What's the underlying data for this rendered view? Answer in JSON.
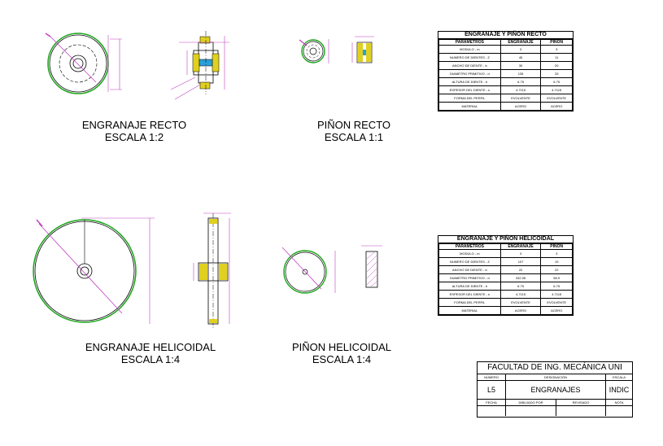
{
  "labels": {
    "engranaje_recto": "ENGRANAJE RECTO",
    "engranaje_recto_escala": "ESCALA  1:2",
    "pinon_recto": "PIÑON RECTO",
    "pinon_recto_escala": "ESCALA 1:1",
    "engranaje_helicoidal": "ENGRANAJE HELICOIDAL",
    "engranaje_helicoidal_escala": "ESCALA  1:4",
    "pinon_helicoidal": "PIÑON HELICOIDAL",
    "pinon_helicoidal_escala": "ESCALA 1:4"
  },
  "table_recto": {
    "title": "ENGRANAJE Y PIÑON RECTO",
    "headers": [
      "PARAMETROS",
      "ENGRANAJE",
      "PIÑON"
    ],
    "rows": [
      [
        "MODULO - m",
        "3",
        "3"
      ],
      [
        "NUMERO DE DIENTES - Z",
        "45",
        "11"
      ],
      [
        "ANCHO DE DIENTE - b",
        "30",
        "20"
      ],
      [
        "DIAMETRO PRIMITIVO - d",
        "135",
        "33"
      ],
      [
        "ALTURA DE DIENTE - h",
        "6.75",
        "6.75"
      ],
      [
        "ESPESOR DEL DIENTE - s",
        "4.7115",
        "4.7115"
      ],
      [
        "FORMA DEL PERFIL",
        "EVOLVENTE",
        "EVOLVENTE"
      ],
      [
        "MATERIAL",
        "ACERO",
        "ACERO"
      ]
    ]
  },
  "table_helicoidal": {
    "title": "ENGRANAJE Y PIÑON HELICOIDAL",
    "headers": [
      "PARAMETROS",
      "ENGRANAJE",
      "PIÑON"
    ],
    "rows": [
      [
        "MODULO - m",
        "3",
        "3"
      ],
      [
        "NUMERO DE DIENTES - Z",
        "107",
        "19"
      ],
      [
        "ANCHO DE DIENTE - b",
        "22",
        "22"
      ],
      [
        "DIAMETRO PRIMITIVO - d",
        "332.05",
        "58.9"
      ],
      [
        "ALTURA DE DIENTE - h",
        "6.75",
        "6.75"
      ],
      [
        "ESPESOR DEL DIENTE - s",
        "4.7115",
        "4.7115"
      ],
      [
        "FORMA DEL PERFIL",
        "EVOLVENTE",
        "EVOLVENTE"
      ],
      [
        "MATERIAL",
        "ACERO",
        "ACERO"
      ]
    ]
  },
  "title_block": {
    "faculty": "FACULTAD DE ING. MECÁNICA UNI",
    "col_numero": "NÚMERO",
    "col_designacion": "DESIGNACIÓN",
    "col_escala": "ESCALA",
    "numero": "L5",
    "designacion": "ENGRANAJES",
    "escala": "INDIC",
    "fecha": "FECHA",
    "dibujado": "DIBUJADO POR",
    "revisado": "REVISADO",
    "nota": "NOTA"
  },
  "colors": {
    "outline": "#000000",
    "gear_rim": "#1aa51a",
    "dimension": "#c040c0",
    "hub": "#e0d020",
    "shaft": "#2aa0d8"
  }
}
